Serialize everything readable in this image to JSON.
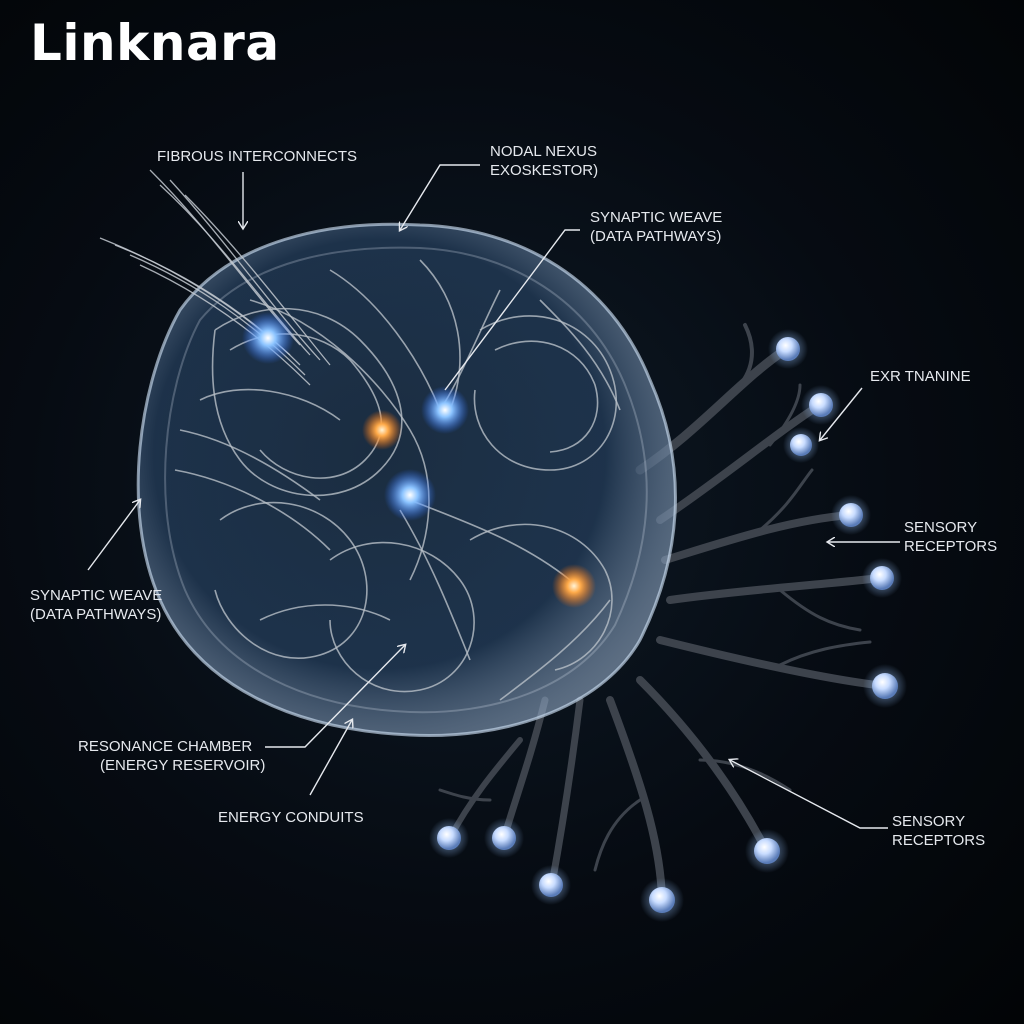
{
  "title": "Linknara",
  "labels": {
    "fibrous": "FIBROUS INTERCONNECTS",
    "nodal": [
      "NODAL NEXUS",
      "EXOSKESTOR)"
    ],
    "synaptic_top": [
      "SYNAPTIC WEAVE",
      "(DATA PATHWAYS)"
    ],
    "exr": "EXR TNANINE",
    "sensory_mid": [
      "SENSORY",
      "RECEPTORS"
    ],
    "synaptic_left": [
      "SYNAPTIC WEAVE",
      "(DATA PATHWAYS)"
    ],
    "resonance": [
      "RESONANCE CHAMBER",
      "(ENERGY RESERVOIR)"
    ],
    "energy": "ENERGY CONDUITS",
    "sensory_bottom": [
      "SENSORY",
      "RECEPTORS"
    ]
  },
  "colors": {
    "background": "#05090f",
    "membrane": "#9fb8d6",
    "fiber": "#b9c0c8",
    "node_blue": "#5aa8ff",
    "node_orange": "#ff9a3c",
    "tendril": "#3a4048",
    "leader_line": "#e6e9ee"
  }
}
